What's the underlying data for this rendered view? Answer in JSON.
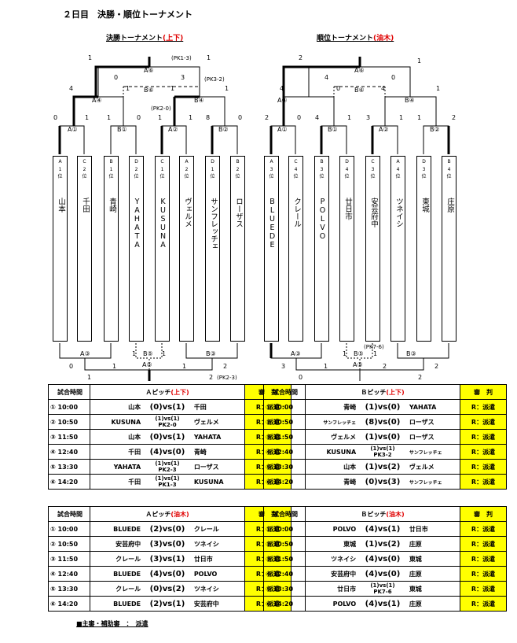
{
  "page_title": "２日目　決勝・順位トーナメント",
  "left_bracket": {
    "title": "決勝トーナメント",
    "venue": "(上下)",
    "top_labels": {
      "a6": "A⑥",
      "b6": "B⑥",
      "a4": "A④",
      "b4": "B④",
      "a1": "A①",
      "b1": "B①",
      "a2": "A②",
      "b2": "B②",
      "pk_a6": "(PK1-3)",
      "pk_b6": "(PK3-2)",
      "pk_b4": "(PK2-0)"
    },
    "top_scores": {
      "f_l": "1",
      "f_r": "1",
      "s_ll": "0",
      "s_lr": "3",
      "q_l": "4",
      "q_r": "1",
      "l_l": "1",
      "l_r": "1",
      "r1": "0",
      "r2": "1",
      "r3": "1",
      "r4": "0",
      "r5": "1",
      "r6": "1",
      "r7": "8",
      "r8": "0"
    },
    "teams": [
      {
        "seed": "A\n1\n位",
        "name": "山本"
      },
      {
        "seed": "C\n2\n位",
        "name": "千田"
      },
      {
        "seed": "B\n1\n位",
        "name": "青崎"
      },
      {
        "seed": "D\n2\n位",
        "name": "YAHATA"
      },
      {
        "seed": "C\n1\n位",
        "name": "KUSUNA"
      },
      {
        "seed": "A\n2\n位",
        "name": "ヴェルメ"
      },
      {
        "seed": "D\n1\n位",
        "name": "サンフレッチェ"
      },
      {
        "seed": "B\n2\n位",
        "name": "ローザス"
      }
    ],
    "bottom_labels": {
      "a3": "A③",
      "b5": "B⑤",
      "a5": "A⑤",
      "b3": "B③",
      "pk": "(PK2-3)"
    },
    "bottom_scores": {
      "s1": "0",
      "s2": "1",
      "s3": "1",
      "s4": "1",
      "s5": "1",
      "s6": "2",
      "s7": "1",
      "s8": "2"
    }
  },
  "right_bracket": {
    "title": "順位トーナメント",
    "venue": "(油木)",
    "top_labels": {
      "a6": "A⑥",
      "b6": "B⑥",
      "a4": "A④",
      "b4": "B④",
      "a1": "A①",
      "b1": "B①",
      "a2": "A②",
      "b2": "B②"
    },
    "top_scores": {
      "f_l": "2",
      "f_r": "1",
      "s_ll": "4",
      "s_lr": "0",
      "q_l": "4",
      "q_r": "0",
      "l_l": "4",
      "l_r": "1",
      "r1": "2",
      "r2": "0",
      "r3": "4",
      "r4": "1",
      "r5": "3",
      "r6": "1",
      "r7": "1",
      "r8": "2"
    },
    "teams": [
      {
        "seed": "A\n3\n位",
        "name": "BLUEDE"
      },
      {
        "seed": "C\n4\n位",
        "name": "クレール"
      },
      {
        "seed": "B\n3\n位",
        "name": "POLVO"
      },
      {
        "seed": "D\n4\n位",
        "name": "廿日市"
      },
      {
        "seed": "C\n3\n位",
        "name": "安芸府中"
      },
      {
        "seed": "A\n4\n位",
        "name": "ツネイシ"
      },
      {
        "seed": "D\n3\n位",
        "name": "東城"
      },
      {
        "seed": "B\n4\n位",
        "name": "庄原"
      }
    ],
    "bottom_labels": {
      "a3": "A③",
      "b5": "B⑤",
      "a5": "A⑤",
      "b3": "B③",
      "pk": "(PK7-6)"
    },
    "bottom_scores": {
      "s1": "3",
      "s2": "1",
      "s3": "1",
      "s4": "1",
      "s5": "2",
      "s6": "2",
      "s7": "0",
      "s8": "2"
    }
  },
  "schedule_headers": {
    "time": "試合時間",
    "ref": "審　判",
    "pitch_a": "Ａピッチ",
    "pitch_b": "Ｂピッチ",
    "venue1": "(上下)",
    "venue2": "(油木)"
  },
  "schedules": {
    "t1": [
      {
        "time": "① 10:00",
        "home": "山本",
        "s1": "(0)",
        "s2": "(1)",
        "score": "(0)vs(1)",
        "away": "千田",
        "ref": "R：派遣"
      },
      {
        "time": "② 10:50",
        "home": "KUSUNA",
        "score": "(1)vs(1)",
        "pk": "PK2-0",
        "away": "ヴェルメ",
        "ref": "R：派遣"
      },
      {
        "time": "③ 11:50",
        "home": "山本",
        "score": "(0)vs(1)",
        "away": "YAHATA",
        "ref": "R：派遣"
      },
      {
        "time": "④ 12:40",
        "home": "千田",
        "score": "(4)vs(0)",
        "away": "青崎",
        "ref": "R：派遣"
      },
      {
        "time": "⑤ 13:30",
        "home": "YAHATA",
        "score": "(1)vs(1)",
        "pk": "PK2-3",
        "away": "ローザス",
        "ref": "R：派遣"
      },
      {
        "time": "⑥ 14:20",
        "home": "千田",
        "score": "(1)vs(1)",
        "pk": "PK1-3",
        "away": "KUSUNA",
        "ref": "R：派遣"
      }
    ],
    "t2": [
      {
        "time": "① 10:00",
        "home": "青崎",
        "score": "(1)vs(0)",
        "away": "YAHATA",
        "ref": "R：派遣"
      },
      {
        "time": "② 10:50",
        "home": "サンフレッチェ",
        "score": "(8)vs(0)",
        "away": "ローザス",
        "ref": "R：派遣"
      },
      {
        "time": "③ 11:50",
        "home": "ヴェルメ",
        "score": "(1)vs(0)",
        "away": "ローザス",
        "ref": "R：派遣"
      },
      {
        "time": "④ 12:40",
        "home": "KUSUNA",
        "score": "(1)vs(1)",
        "pk": "PK3-2",
        "away": "サンフレッチェ",
        "ref": "R：派遣"
      },
      {
        "time": "⑤ 13:30",
        "home": "山本",
        "score": "(1)vs(2)",
        "away": "ヴェルメ",
        "ref": "R：派遣"
      },
      {
        "time": "⑥ 14:20",
        "home": "青崎",
        "score": "(0)vs(3)",
        "away": "サンフレッチェ",
        "ref": "R：派遣"
      }
    ],
    "t3": [
      {
        "time": "① 10:00",
        "home": "BLUEDE",
        "score": "(2)vs(0)",
        "away": "クレール",
        "ref": "R：派遣"
      },
      {
        "time": "② 10:50",
        "home": "安芸府中",
        "score": "(3)vs(0)",
        "away": "ツネイシ",
        "ref": "R：派遣"
      },
      {
        "time": "③ 11:50",
        "home": "クレール",
        "score": "(3)vs(1)",
        "away": "廿日市",
        "ref": "R：派遣"
      },
      {
        "time": "④ 12:40",
        "home": "BLUEDE",
        "score": "(4)vs(0)",
        "away": "POLVO",
        "ref": "R：派遣"
      },
      {
        "time": "⑤ 13:30",
        "home": "クレール",
        "score": "(0)vs(2)",
        "away": "ツネイシ",
        "ref": "R：派遣"
      },
      {
        "time": "⑥ 14:20",
        "home": "BLUEDE",
        "score": "(2)vs(1)",
        "away": "安芸府中",
        "ref": "R：派遣"
      }
    ],
    "t4": [
      {
        "time": "① 10:00",
        "home": "POLVO",
        "score": "(4)vs(1)",
        "away": "廿日市",
        "ref": "R：派遣"
      },
      {
        "time": "② 10:50",
        "home": "東城",
        "score": "(1)vs(2)",
        "away": "庄原",
        "ref": "R：派遣"
      },
      {
        "time": "③ 11:50",
        "home": "ツネイシ",
        "score": "(4)vs(0)",
        "away": "東城",
        "ref": "R：派遣"
      },
      {
        "time": "④ 12:40",
        "home": "安芸府中",
        "score": "(4)vs(0)",
        "away": "庄原",
        "ref": "R：派遣"
      },
      {
        "time": "⑤ 13:30",
        "home": "廿日市",
        "score": "(1)vs(1)",
        "pk": "PK7-6",
        "away": "東城",
        "ref": "R：派遣"
      },
      {
        "time": "⑥ 14:20",
        "home": "POLVO",
        "score": "(4)vs(1)",
        "away": "庄原",
        "ref": "R：派遣"
      }
    ]
  },
  "footer": "■主審・補助審　：　派遣"
}
